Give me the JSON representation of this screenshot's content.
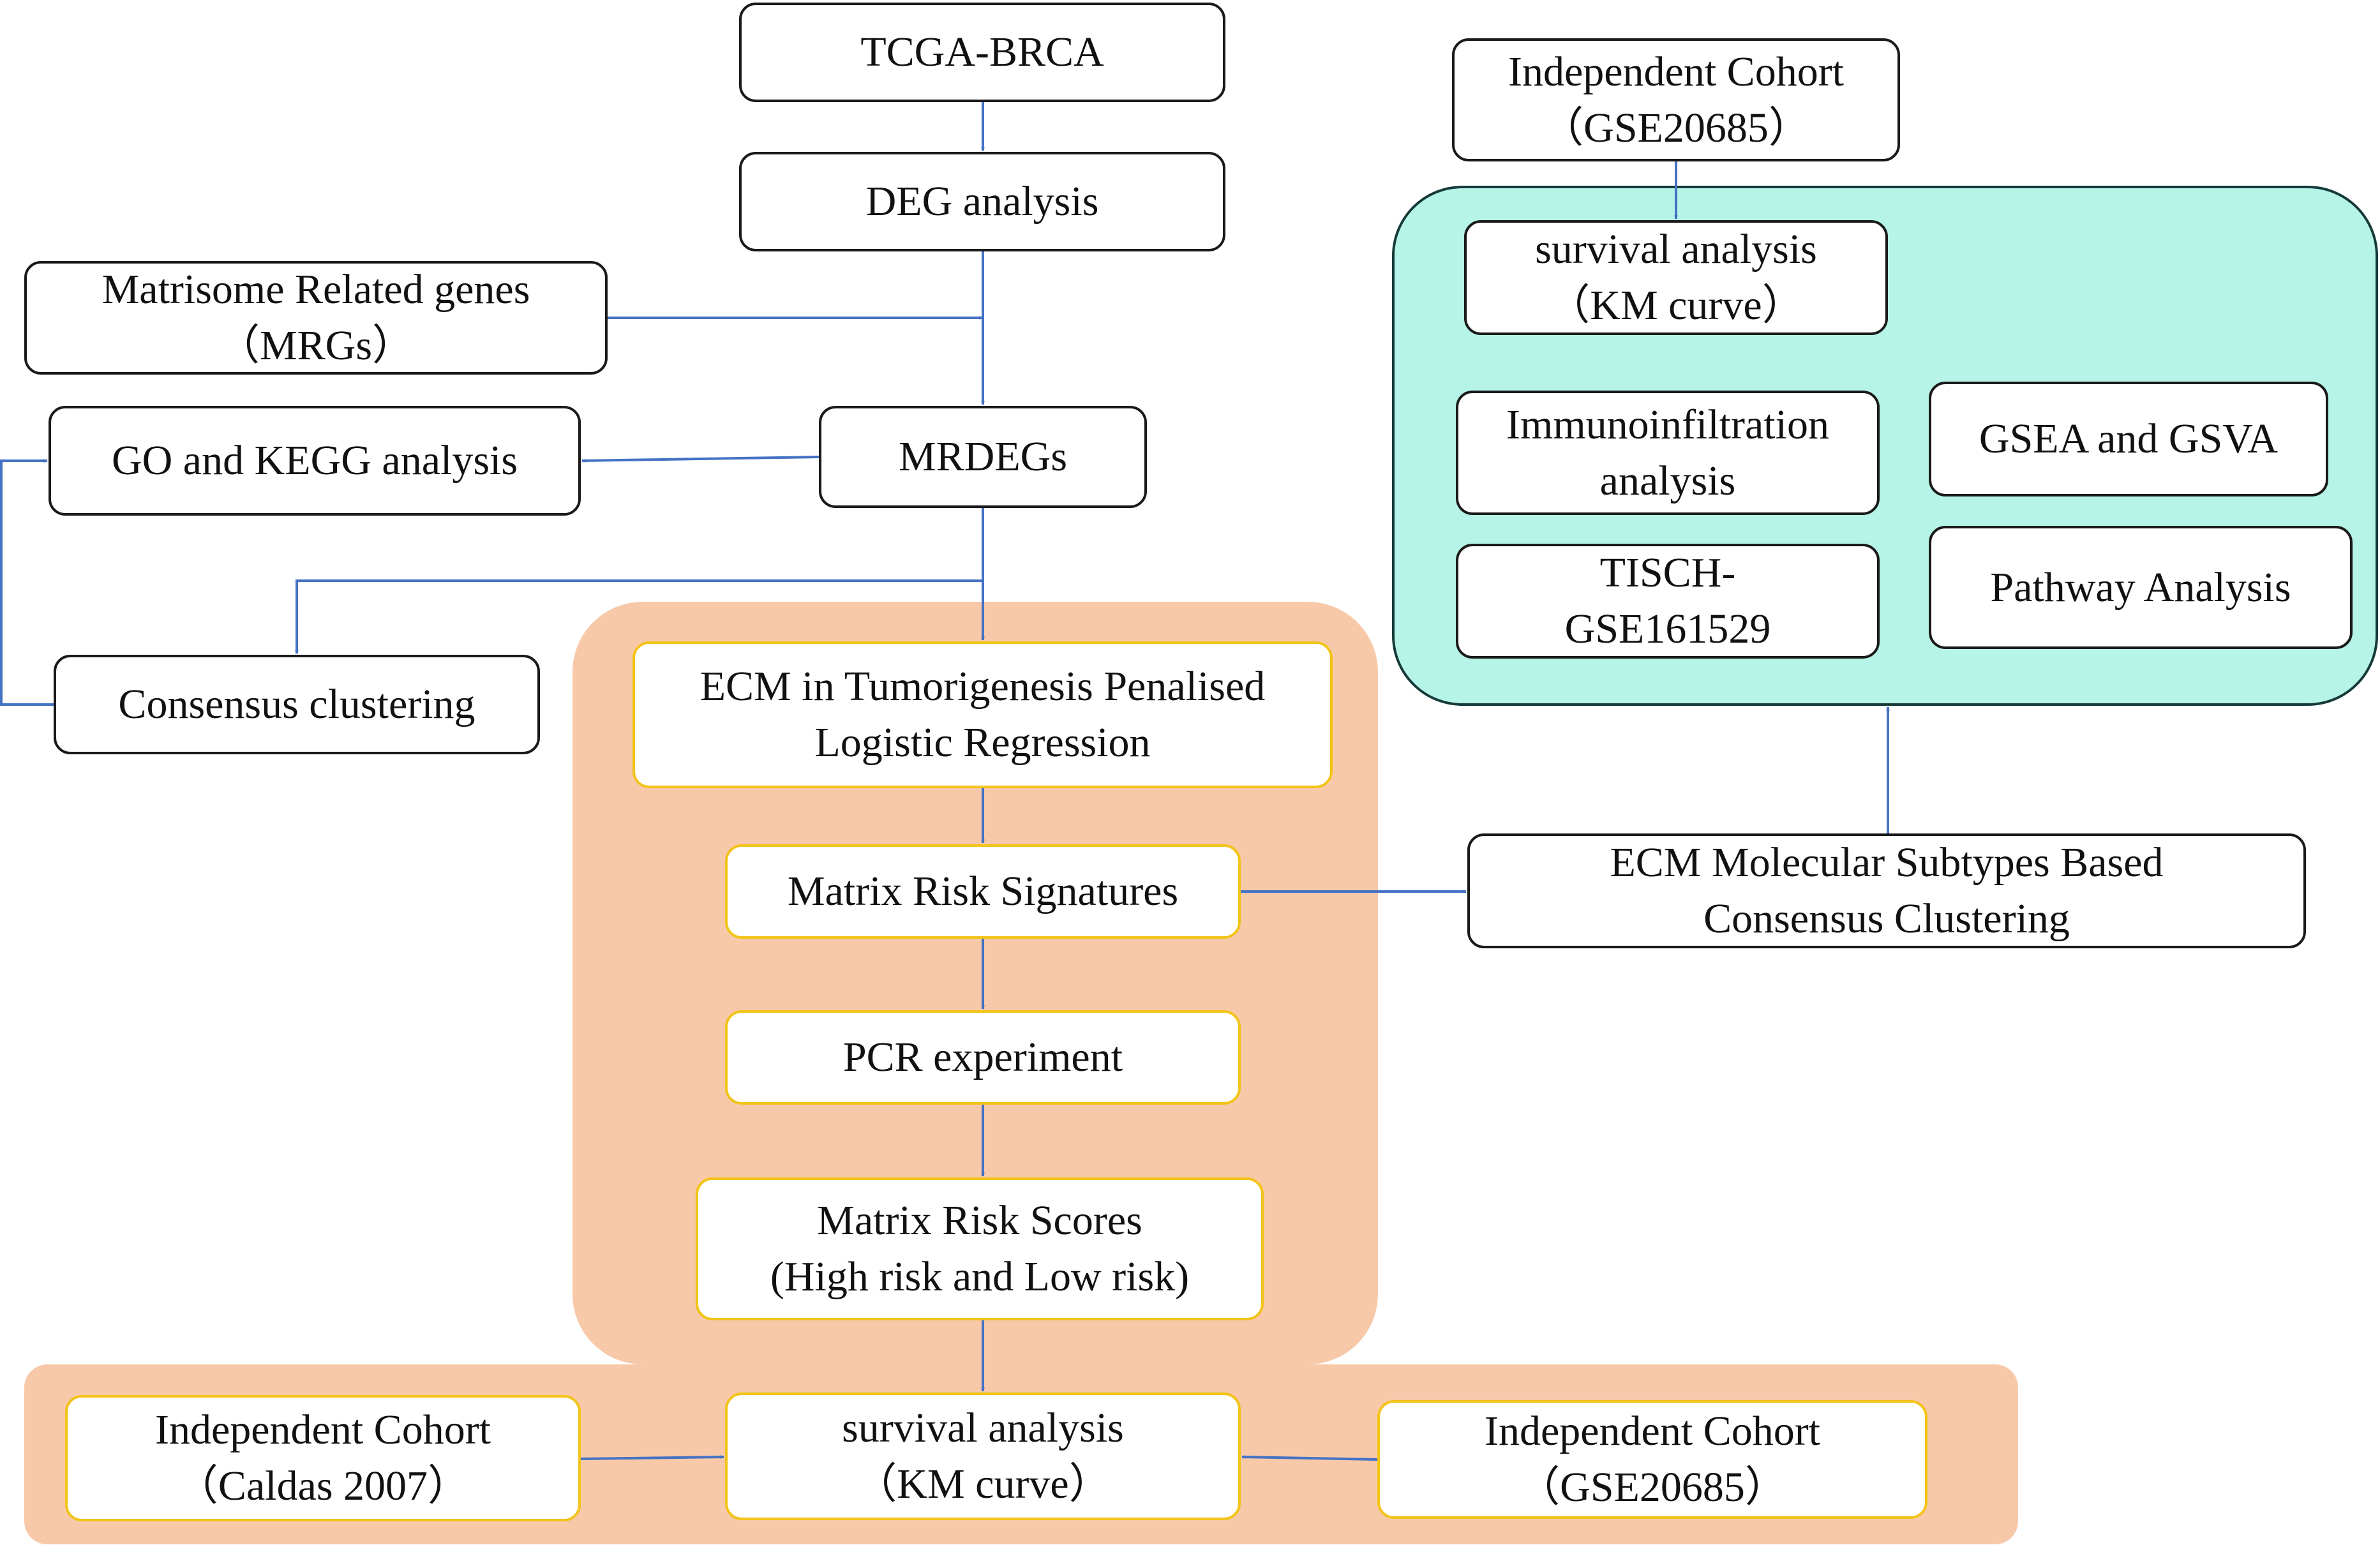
{
  "colors": {
    "arrow": "#4472c4",
    "panel_peach": "#f7c9a9",
    "panel_teal": "#b5f4e6",
    "node_border": "#1a1a1a",
    "node_border_gold": "#f2c319",
    "panel_teal_border": "#163a3a"
  },
  "nodes": {
    "tcga": {
      "lines": [
        "TCGA-BRCA"
      ]
    },
    "deg": {
      "lines": [
        "DEG analysis"
      ]
    },
    "mrg": {
      "lines": [
        "Matrisome Related genes",
        "（MRGs）"
      ]
    },
    "go": {
      "lines": [
        "GO and KEGG analysis"
      ]
    },
    "mrdeg": {
      "lines": [
        "MRDEGs"
      ]
    },
    "consensus": {
      "lines": [
        "Consensus clustering"
      ]
    },
    "ecm_reg": {
      "lines": [
        "ECM in Tumorigenesis Penalised",
        "Logistic Regression"
      ]
    },
    "mrs": {
      "lines": [
        "Matrix Risk Signatures"
      ]
    },
    "pcr": {
      "lines": [
        "PCR experiment"
      ]
    },
    "mscore": {
      "lines": [
        "Matrix Risk Scores",
        "(High risk and Low risk)"
      ]
    },
    "km_bottom": {
      "lines": [
        "survival analysis",
        "（KM curve）"
      ]
    },
    "caldas": {
      "lines": [
        "Independent Cohort",
        "（Caldas 2007）"
      ]
    },
    "gse_bottom": {
      "lines": [
        "Independent Cohort",
        "（GSE20685）"
      ]
    },
    "gse_top": {
      "lines": [
        "Independent Cohort",
        "（GSE20685）"
      ]
    },
    "km_top": {
      "lines": [
        "survival analysis",
        "（KM curve）"
      ]
    },
    "immuno": {
      "lines": [
        "Immunoinfiltration",
        "analysis"
      ]
    },
    "gsea": {
      "lines": [
        "GSEA and GSVA"
      ]
    },
    "tisch": {
      "lines": [
        "TISCH-",
        "GSE161529"
      ]
    },
    "pathway": {
      "lines": [
        "Pathway Analysis"
      ]
    },
    "ecm_sub": {
      "lines": [
        "ECM Molecular Subtypes Based",
        "Consensus Clustering"
      ]
    }
  }
}
